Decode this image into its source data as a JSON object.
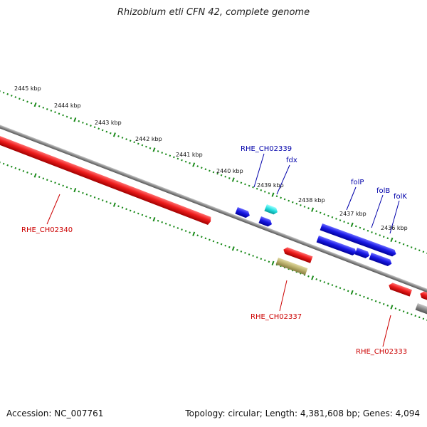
{
  "title": "Rhizobium etli CFN 42, complete genome",
  "footer": {
    "accession": "Accession: NC_007761",
    "summary": "Topology: circular; Length: 4,381,608 bp; Genes: 4,094"
  },
  "ticks": [
    "2445 kbp",
    "2444 kbp",
    "2443 kbp",
    "2442 kbp",
    "2441 kbp",
    "2440 kbp",
    "2439 kbp",
    "2438 kbp",
    "2437 kbp",
    "2436 kbp"
  ],
  "gene_labels": {
    "rhe_ch02339": "RHE_CH02339",
    "fdx": "fdx",
    "folp": "folP",
    "folb": "folB",
    "folk": "folK",
    "rhe_ch02340": "RHE_CH02340",
    "rhe_ch02337": "RHE_CH02337",
    "rhe_ch02333": "RHE_CH02333"
  },
  "colors": {
    "forward_label": "#0000aa",
    "reverse_label": "#cc0000",
    "forward_gene": "#1a1ae6",
    "reverse_gene": "#e61a1a",
    "cyan_gene": "#22dddd",
    "khaki_gene": "#b8ae6a",
    "grey_gene": "#808080",
    "tick": "#1a8a1a"
  }
}
